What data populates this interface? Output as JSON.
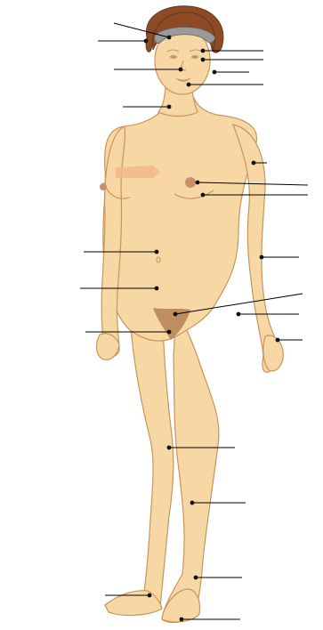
{
  "figure": {
    "subject": "anatomical-diagram-female-body-front-view",
    "labels_present": false,
    "colors": {
      "skin": "#f7d8a4",
      "skin_shadow": "#e8bd84",
      "outline": "#c9945d",
      "hair": "#8c4a25",
      "hair_dark": "#6b3519",
      "headband": "#9a9a9a",
      "pubic_hair": "#b7865a",
      "areola": "#c88f6a",
      "redaction": "#f3b98a",
      "leader_line": "#000000",
      "leader_dot": "#111111"
    }
  },
  "leaders": [
    {
      "name": "leader-headband",
      "icon": "callout-line"
    },
    {
      "name": "leader-hair",
      "icon": "callout-line"
    },
    {
      "name": "leader-eyebrow",
      "icon": "callout-line"
    },
    {
      "name": "leader-eye",
      "icon": "callout-line"
    },
    {
      "name": "leader-ear",
      "icon": "callout-line"
    },
    {
      "name": "leader-nose",
      "icon": "callout-line"
    },
    {
      "name": "leader-lips",
      "icon": "callout-line"
    },
    {
      "name": "leader-neck",
      "icon": "callout-line"
    },
    {
      "name": "leader-shoulder",
      "icon": "callout-line"
    },
    {
      "name": "leader-nipple",
      "icon": "callout-line"
    },
    {
      "name": "leader-breast",
      "icon": "callout-line"
    },
    {
      "name": "leader-waist",
      "icon": "callout-line"
    },
    {
      "name": "leader-forearm",
      "icon": "callout-line"
    },
    {
      "name": "leader-navel",
      "icon": "callout-line"
    },
    {
      "name": "leader-pubic-area",
      "icon": "callout-line"
    },
    {
      "name": "leader-thigh",
      "icon": "callout-line"
    },
    {
      "name": "leader-groin",
      "icon": "callout-line"
    },
    {
      "name": "leader-hand",
      "icon": "callout-line"
    },
    {
      "name": "leader-knee",
      "icon": "callout-line"
    },
    {
      "name": "leader-calf",
      "icon": "callout-line"
    },
    {
      "name": "leader-ankle",
      "icon": "callout-line"
    },
    {
      "name": "leader-heel",
      "icon": "callout-line"
    },
    {
      "name": "leader-toes",
      "icon": "callout-line"
    }
  ]
}
